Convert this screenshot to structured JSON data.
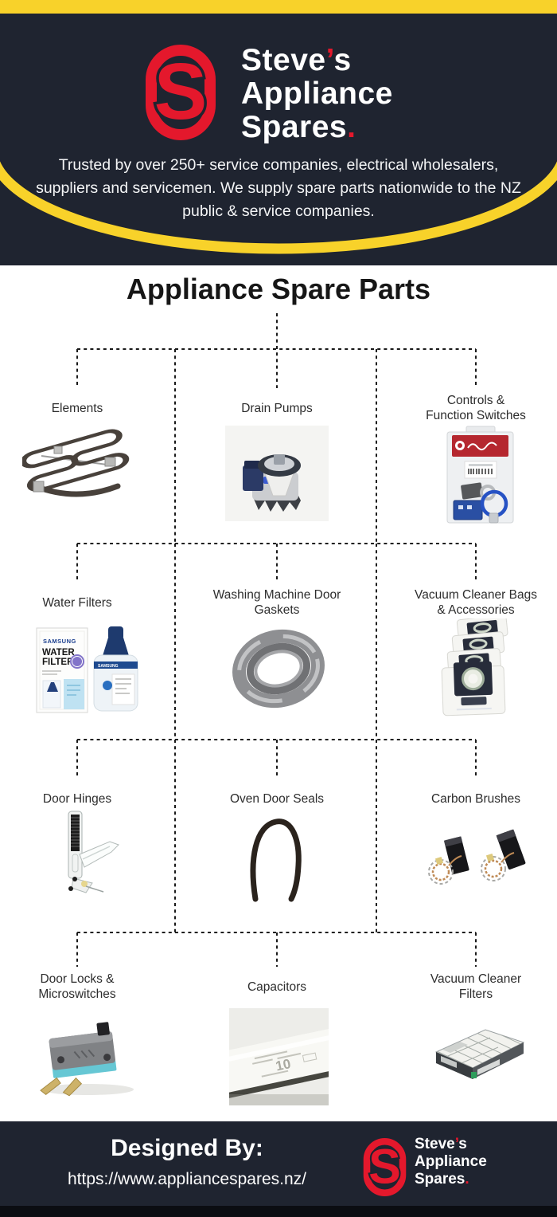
{
  "colors": {
    "accent_red": "#E4182C",
    "accent_yellow": "#F8D22A",
    "header_bg": "#1F2430",
    "footer_bottom_bar": "#0B0D12",
    "connector": "#1A1A1A"
  },
  "brand": {
    "logo_letter": "S",
    "name_first": "Steve",
    "apostrophe": "’",
    "name_last": "s",
    "line2": "Appliance",
    "line3": "Spares",
    "period": "."
  },
  "header": {
    "tagline": "Trusted by over 250+ service companies, electrical wholesalers, suppliers and servicemen. We supply spare parts nationwide to the NZ public & service companies."
  },
  "main": {
    "title": "Appliance Spare Parts",
    "categories": [
      {
        "label": "Elements",
        "icon": "oven-element-icon"
      },
      {
        "label": "Drain Pumps",
        "icon": "drain-pump-icon"
      },
      {
        "label": "Controls &\nFunction Switches",
        "icon": "control-switch-pack-icon"
      },
      {
        "label": "Water Filters",
        "icon": "water-filter-icon"
      },
      {
        "label": "Washing Machine Door\nGaskets",
        "icon": "door-gasket-icon"
      },
      {
        "label": "Vacuum Cleaner Bags\n& Accessories",
        "icon": "vacuum-bags-icon"
      },
      {
        "label": "Door Hinges",
        "icon": "door-hinge-icon"
      },
      {
        "label": "Oven Door Seals",
        "icon": "oven-door-seal-icon"
      },
      {
        "label": "Carbon Brushes",
        "icon": "carbon-brushes-icon"
      },
      {
        "label": "Door Locks &\nMicroswitches",
        "icon": "microswitch-icon"
      },
      {
        "label": "Capacitors",
        "icon": "capacitor-icon"
      },
      {
        "label": "Vacuum Cleaner\nFilters",
        "icon": "vacuum-filter-icon"
      }
    ],
    "product_text": {
      "samsung": "SAMSUNG",
      "water": "WATER",
      "filter": "FILTER",
      "capacitor_marking": "10"
    }
  },
  "footer": {
    "designed_by": "Designed By:",
    "url": "https://www.appliancespares.nz/"
  }
}
